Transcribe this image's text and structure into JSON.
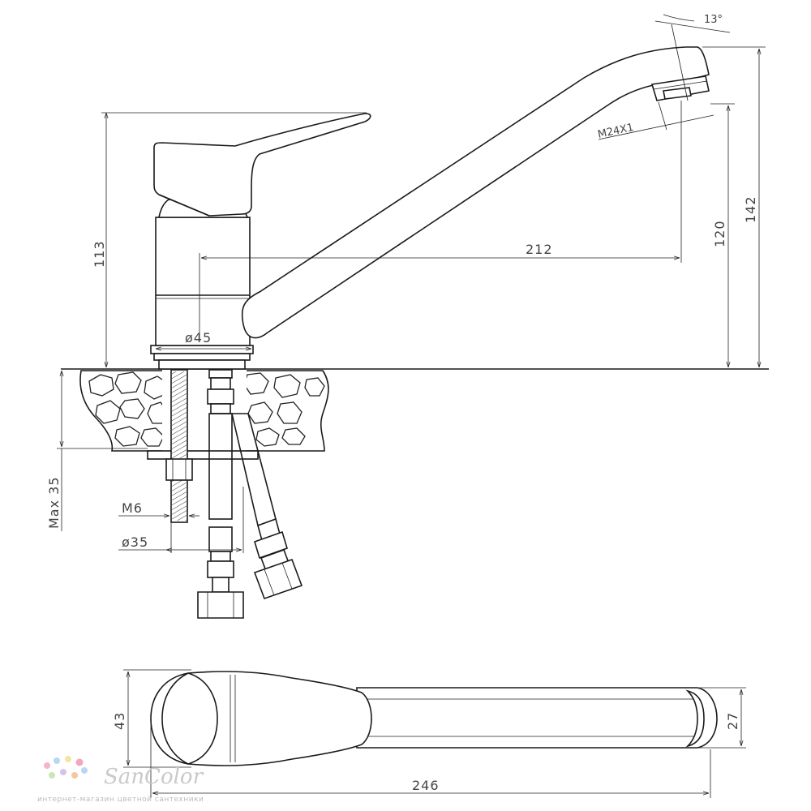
{
  "dimensions": {
    "angle": "13°",
    "thread_aerator": "M24X1",
    "height_handle": "113",
    "height_spout_outlet": "120",
    "height_total": "142",
    "reach": "212",
    "base_diameter": "ø45",
    "max_counter_thickness": "Max 35",
    "stud_thread": "M6",
    "hole_diameter": "ø35",
    "handle_width": "43",
    "spout_width": "27",
    "total_length": "246"
  },
  "watermark": {
    "brand": "SanColor",
    "tagline": "интернет-магазин цветной сантехники",
    "dot_colors": [
      "#f7b3c8",
      "#b8d7f2",
      "#f9e2a6",
      "#c9e6b8",
      "#d6c2ef",
      "#f5c6a5"
    ]
  }
}
